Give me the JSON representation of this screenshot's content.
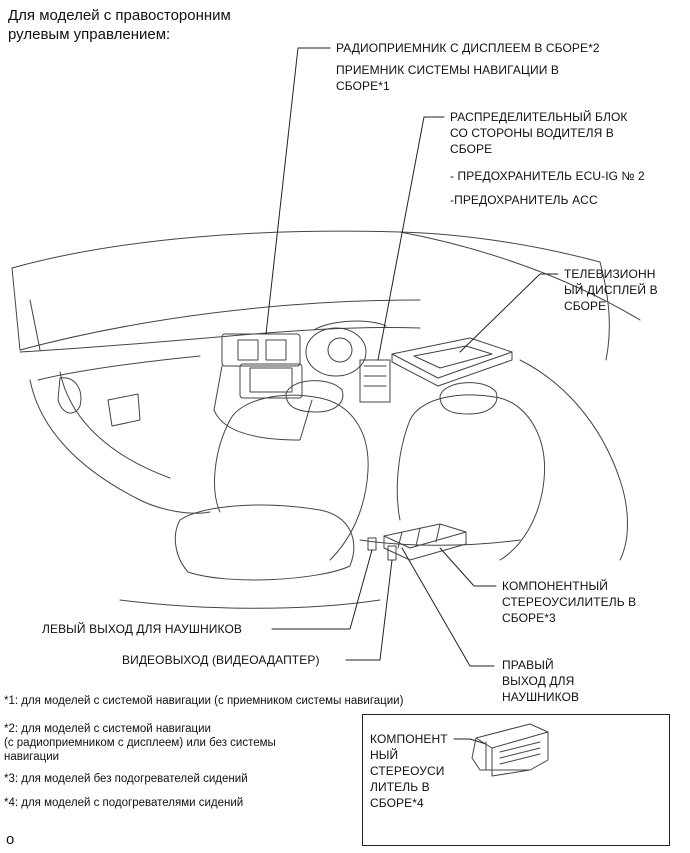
{
  "heading": "Для моделей с правосторонним\nрулевым управлением:",
  "labels": {
    "radio": "РАДИОПРИЕМНИК С ДИСПЛЕЕМ В СБОРЕ*2",
    "nav_receiver": "ПРИЕМНИК СИСТЕМЫ НАВИГАЦИИ В\nСБОРЕ*1",
    "junction_block": "РАСПРЕДЕЛИТЕЛЬНЫЙ БЛОК\nСО СТОРОНЫ ВОДИТЕЛЯ В\nСБОРЕ",
    "fuse_ecu": "- ПРЕДОХРАНИТЕЛЬ ECU-IG № 2",
    "fuse_acc": "-ПРЕДОХРАНИТЕЛЬ ACC",
    "tv_display": "ТЕЛЕВИЗИОНН\nЫЙ ДИСПЛЕЙ В\nСБОРЕ",
    "amplifier": "КОМПОНЕНТНЫЙ\nСТЕРЕОУСИЛИТЕЛЬ В\nСБОРЕ*3",
    "left_headphone": "ЛЕВЫЙ ВЫХОД ДЛЯ НАУШНИКОВ",
    "video_out": "ВИДЕОВЫХОД (ВИДЕОАДАПТЕР)",
    "right_headphone": "ПРАВЫЙ\nВЫХОД ДЛЯ\nНАУШНИКОВ",
    "amplifier_4": "КОМПОНЕНТ\nНЫЙ\nСТЕРЕОУСИ\nЛИТЕЛЬ В\nСБОРЕ*4"
  },
  "footnotes": {
    "n1": "*1: для моделей с системой навигации (с приемником системы навигации)",
    "n2": "*2: для моделей с системой навигации\n(с радиоприемником с дисплеем) или без системы\nнавигации",
    "n3": "*3: для моделей без подогревателей сидений",
    "n4": "*4: для моделей с подогревателями сидений"
  },
  "corner_mark": "o"
}
